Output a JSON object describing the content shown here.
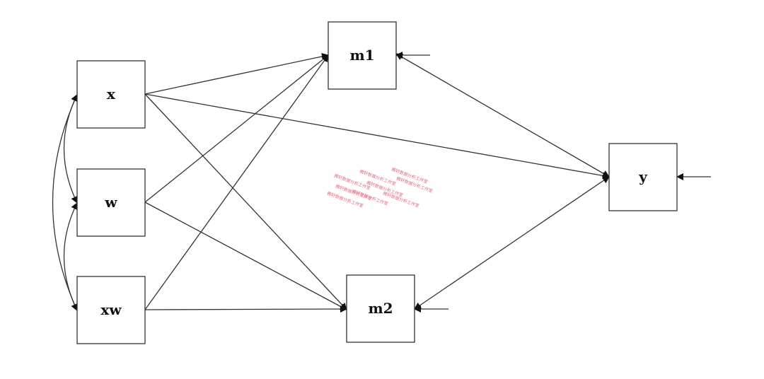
{
  "diagram": {
    "nodes": [
      {
        "id": "x",
        "label": "x"
      },
      {
        "id": "w",
        "label": "w"
      },
      {
        "id": "xw",
        "label": "xw"
      },
      {
        "id": "m1",
        "label": "m1"
      },
      {
        "id": "m2",
        "label": "m2"
      },
      {
        "id": "y",
        "label": "y"
      }
    ],
    "paths": [
      {
        "from": "x",
        "to": "m1"
      },
      {
        "from": "x",
        "to": "m2"
      },
      {
        "from": "x",
        "to": "y"
      },
      {
        "from": "w",
        "to": "m1"
      },
      {
        "from": "w",
        "to": "m2"
      },
      {
        "from": "xw",
        "to": "m1"
      },
      {
        "from": "xw",
        "to": "m2"
      },
      {
        "from": "m1",
        "to": "y"
      },
      {
        "from": "m2",
        "to": "y"
      }
    ],
    "covariances": [
      {
        "a": "x",
        "b": "w"
      },
      {
        "a": "w",
        "b": "xw"
      },
      {
        "a": "x",
        "b": "xw"
      }
    ],
    "residuals": [
      "m1",
      "m2",
      "y"
    ],
    "edge_color": "#333333",
    "watermark": {
      "text": "腾轩数据分析工作室",
      "color": "#e06a80"
    }
  }
}
